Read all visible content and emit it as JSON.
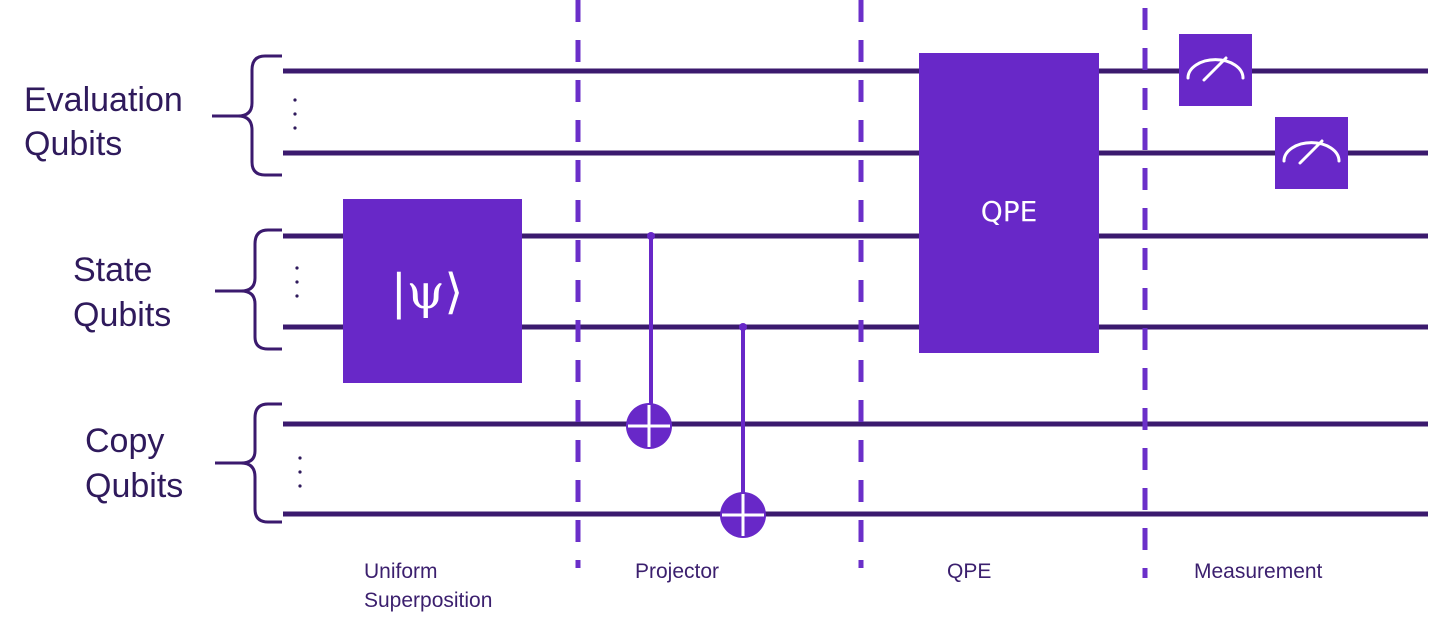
{
  "groups": {
    "evaluation": {
      "line1": "Evaluation",
      "line2": "Qubits"
    },
    "state": {
      "line1": "State",
      "line2": "Qubits"
    },
    "copy": {
      "line1": "Copy",
      "line2": "Qubits"
    }
  },
  "gates": {
    "psi": "|ψ⟩",
    "qpe": "QPE"
  },
  "sections": {
    "uniform_line1": "Uniform",
    "uniform_line2": "Superposition",
    "projector": "Projector",
    "qpe": "QPE",
    "measurement": "Measurement"
  },
  "colors": {
    "wire": "#3b1a6e",
    "gate": "#6828c8",
    "divider": "#6b2fc9",
    "label": "#2f1a5c"
  },
  "icons": {
    "meter": "measurement-meter-icon",
    "target": "cnot-target-icon"
  }
}
